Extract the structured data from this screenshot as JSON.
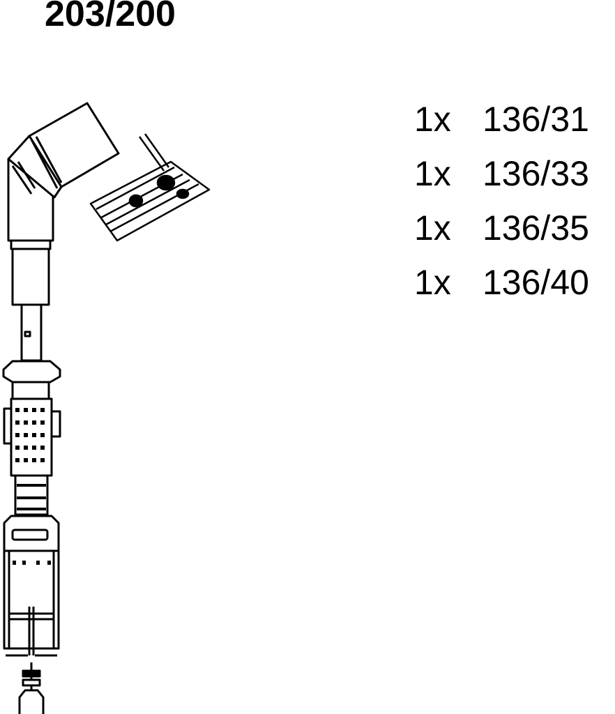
{
  "title": "203/200",
  "parts": [
    {
      "qty": "1x",
      "code": "136/31"
    },
    {
      "qty": "1x",
      "code": "136/33"
    },
    {
      "qty": "1x",
      "code": "136/35"
    },
    {
      "qty": "1x",
      "code": "136/40"
    }
  ],
  "drawing": {
    "subject": "ignition-cable-with-connectors",
    "stroke_color": "#000000",
    "background": "#ffffff"
  }
}
